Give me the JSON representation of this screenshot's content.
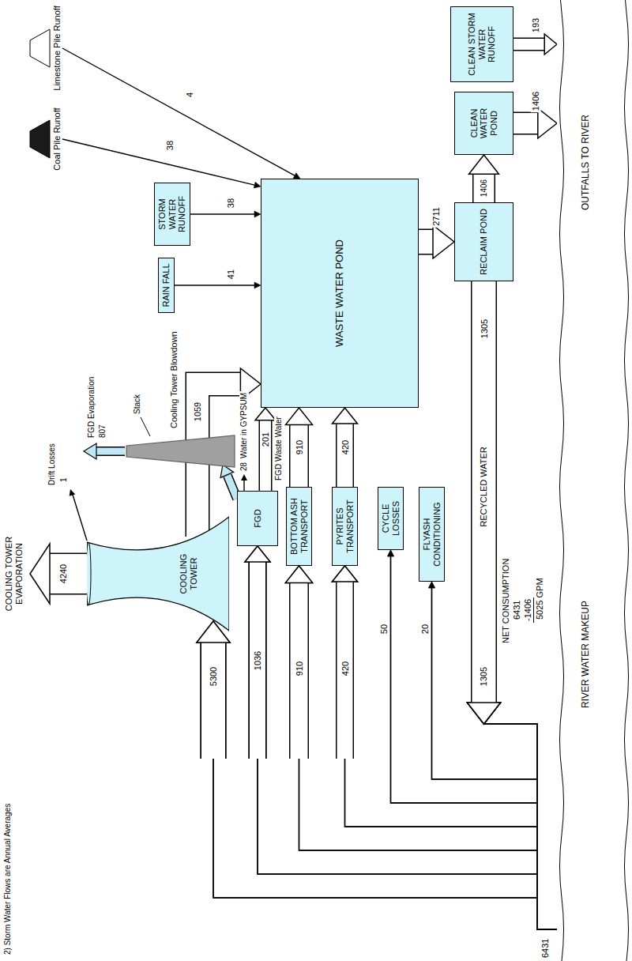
{
  "diagram": {
    "nodes": [
      {
        "text": [
          "COOLING TOWER"
        ]
      },
      {
        "text": [
          "FGD"
        ]
      },
      {
        "text": [
          "BOTTOM ASH TRANSPORT"
        ]
      },
      {
        "text": [
          "PYRITES TRANSPORT"
        ]
      },
      {
        "text": [
          "CYCLE LOSSES"
        ]
      },
      {
        "text": [
          "FLYASH CONDITIONING"
        ]
      },
      {
        "text": [
          "RAIN FALL"
        ]
      },
      {
        "text": [
          "STORM WATER RUNOFF"
        ]
      },
      {
        "text": [
          "Coal Pile Runoff"
        ]
      },
      {
        "text": [
          "Limestone Pile Runoff"
        ]
      },
      {
        "text": [
          "WASTE WATER POND"
        ]
      },
      {
        "text": [
          "RECLAIM POND"
        ]
      },
      {
        "text": [
          "CLEAN WATER POND"
        ]
      },
      {
        "text": [
          "CLEAN STORM WATER RUNOFF"
        ]
      },
      {
        "text": [
          "RIVER WATER MAKEUP",
          "OUTFALLS TO RIVER"
        ]
      }
    ],
    "edges": [
      {
        "from": 14,
        "to": 0,
        "label": "5300",
        "arrow": "to"
      },
      {
        "from": 14,
        "to": 1,
        "label": "1036",
        "arrow": "to"
      },
      {
        "from": 14,
        "to": 2,
        "label": "910",
        "arrow": "to"
      },
      {
        "from": 14,
        "to": 3,
        "label": "420",
        "arrow": "to"
      },
      {
        "from": 14,
        "to": 4,
        "label": "50",
        "arrow": "to"
      },
      {
        "from": 14,
        "to": 5,
        "label": "20",
        "arrow": "to"
      },
      {
        "from": 11,
        "to": 0,
        "label": "1305",
        "arrow": "to"
      },
      {
        "from": 11,
        "to": 1,
        "arrow": "to"
      },
      {
        "from": 11,
        "to": 2,
        "arrow": "to"
      },
      {
        "from": 11,
        "to": 3,
        "arrow": "to"
      },
      {
        "from": 11,
        "to": 4,
        "arrow": "to"
      },
      {
        "from": 11,
        "to": 5,
        "arrow": "to"
      },
      {
        "from": 0,
        "to": 10,
        "label": "1059",
        "arrow": "to"
      },
      {
        "from": 1,
        "to": 10,
        "label": "201",
        "arrow": "to"
      },
      {
        "from": 2,
        "to": 10,
        "label": "910",
        "arrow": "to"
      },
      {
        "from": 3,
        "to": 10,
        "label": "420",
        "arrow": "to"
      },
      {
        "from": 6,
        "to": 10,
        "label": "41",
        "arrow": "to"
      },
      {
        "from": 7,
        "to": 10,
        "label": "38",
        "arrow": "to"
      },
      {
        "from": 8,
        "to": 10,
        "label": "38",
        "arrow": "to"
      },
      {
        "from": 9,
        "to": 10,
        "label": "4",
        "arrow": "to"
      },
      {
        "from": 10,
        "to": 11,
        "label": "2711",
        "arrow": "to"
      },
      {
        "from": 11,
        "to": 12,
        "label": "1406",
        "arrow": "to"
      },
      {
        "from": 12,
        "to": 14,
        "label": "1406",
        "arrow": "to"
      },
      {
        "from": 13,
        "to": 14,
        "label": "193",
        "arrow": "to"
      }
    ],
    "labels": [
      "2) Storm Water Flows are Annual Averages",
      "COOLING TOWER EVAPORATION",
      "4240",
      "Drift Losses",
      "1",
      "FGD Evaporation",
      "807",
      "Stack",
      "Cooling Tower Blowdown",
      "FGD Waste Water",
      "28",
      "Water in GYPSUM",
      "RECYCLED WATER",
      "1305",
      "6431",
      "NET CONSUMPTION",
      "6431",
      "-1406",
      "5025 GPM"
    ]
  }
}
